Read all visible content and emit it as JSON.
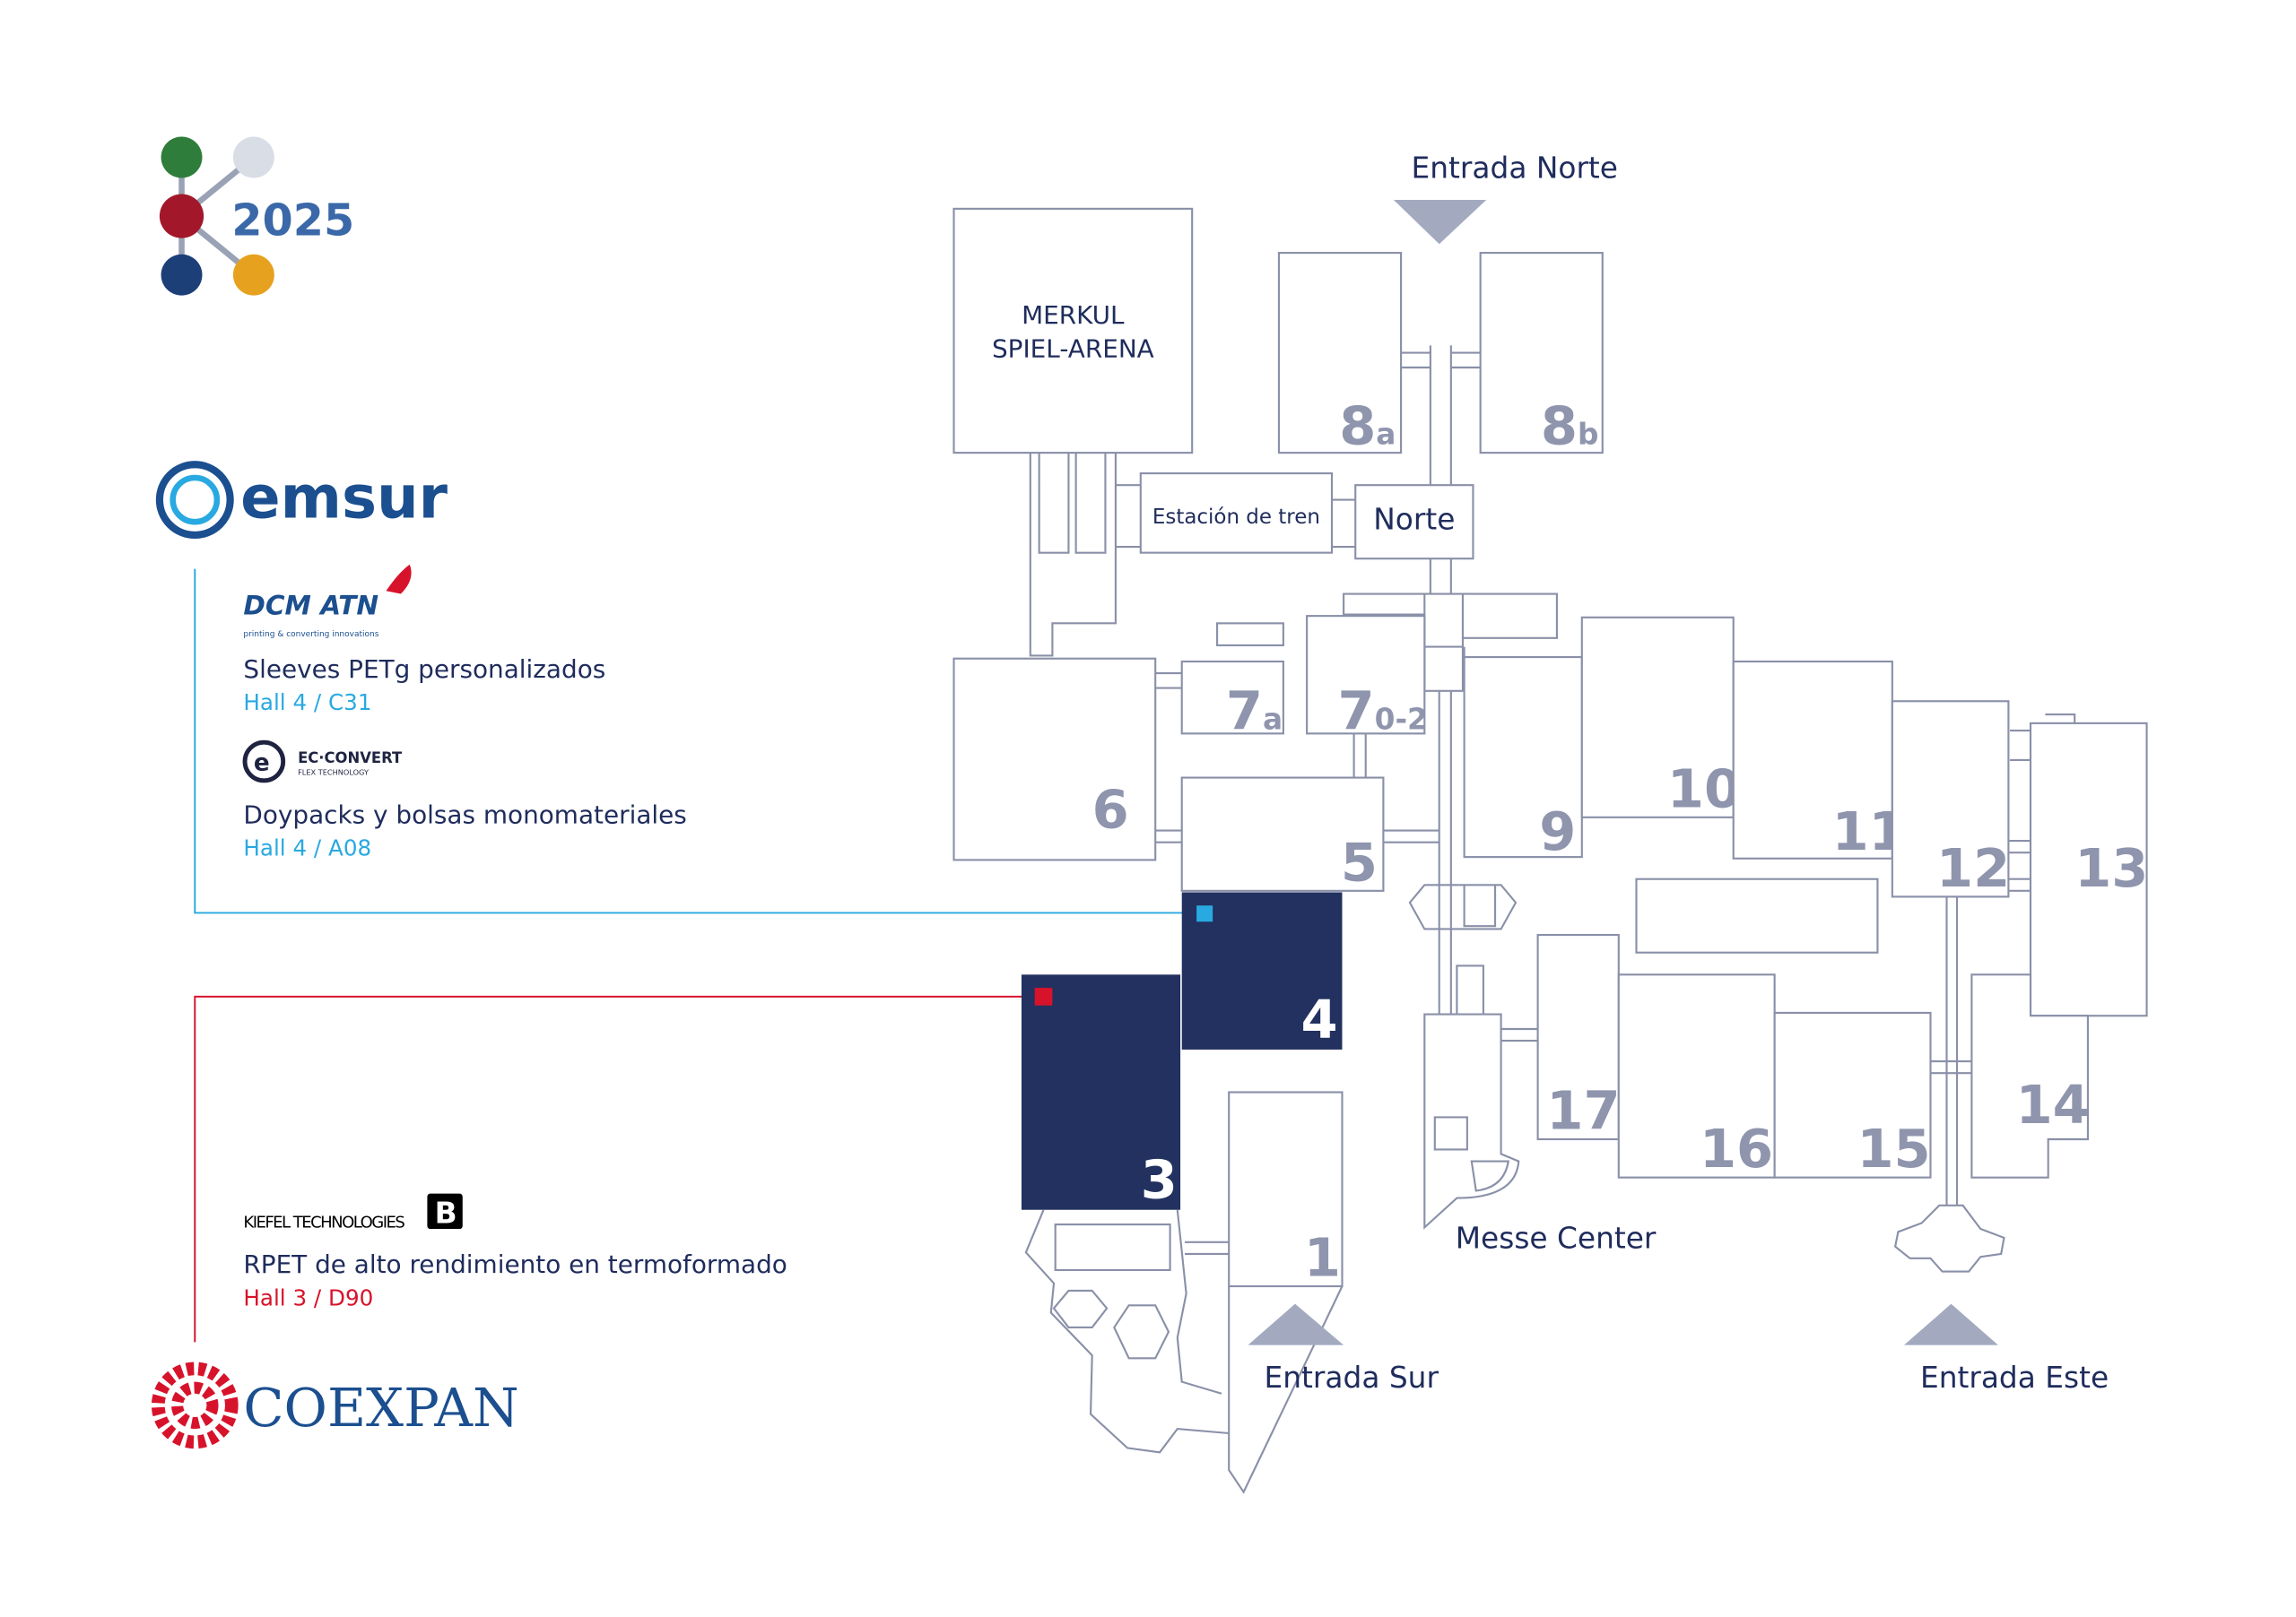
{
  "event_logo": {
    "year": "2025"
  },
  "exhibitors": {
    "main_brand": "emsur",
    "items": [
      {
        "brand": "DCM ATN",
        "brand_tagline": "printing & converting innovations",
        "product": "Sleeves PETg personalizados",
        "location": "Hall 4 / C31",
        "color": "#29a9e1"
      },
      {
        "brand": "EC·CONVERT",
        "brand_tagline": "FLEX TECHNOLOGY",
        "product": "Doypacks y bolsas monomateriales",
        "location": "Hall 4 / A08",
        "color": "#29a9e1"
      },
      {
        "brand": "KIEFEL TECHNOLOGIES",
        "product": "RPET de alto rendimiento en termoformado",
        "location": "Hall 3 / D90",
        "color": "#d7132b"
      }
    ],
    "bottom_brand": "COEXPAN"
  },
  "map": {
    "entrances": {
      "north": "Entrada Norte",
      "south": "Entrada Sur",
      "east": "Entrada Este"
    },
    "places": {
      "arena_1": "MERKUL",
      "arena_2": "SPIEL-ARENA",
      "station": "Estación de tren",
      "norte": "Norte",
      "messe_center": "Messe Center"
    },
    "halls": {
      "h1": "1",
      "h3": "3",
      "h4": "4",
      "h5": "5",
      "h6": "6",
      "h7a": "7",
      "h7a_sub": "a",
      "h702": "7",
      "h702_sub": "0-2",
      "h8a": "8",
      "h8a_sub": "a",
      "h8b": "8",
      "h8b_sub": "b",
      "h9": "9",
      "h10": "10",
      "h11": "11",
      "h12": "12",
      "h13": "13",
      "h14": "14",
      "h15": "15",
      "h16": "16",
      "h17": "17"
    },
    "highlight_color": "#22315f"
  }
}
